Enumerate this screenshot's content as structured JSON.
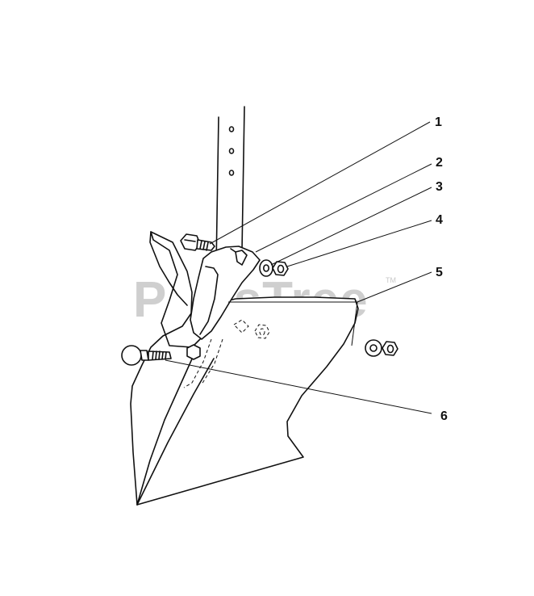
{
  "watermark": {
    "text": "PartsTree",
    "trademark": "TM"
  },
  "callouts": [
    {
      "id": "1",
      "label": "1"
    },
    {
      "id": "2",
      "label": "2"
    },
    {
      "id": "3",
      "label": "3"
    },
    {
      "id": "4",
      "label": "4"
    },
    {
      "id": "5",
      "label": "5"
    },
    {
      "id": "6",
      "label": "6"
    }
  ],
  "colors": {
    "ink": "#111111",
    "watermark": "#cfcfcf",
    "background": "#ffffff"
  }
}
